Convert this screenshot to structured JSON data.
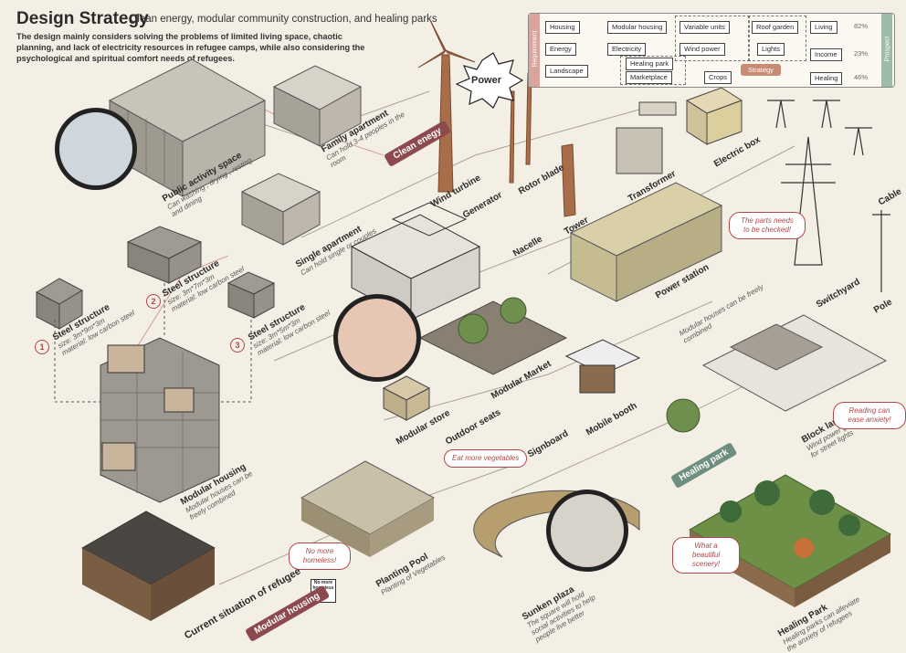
{
  "header": {
    "title": "Design Strategy",
    "subtitle": "Clean energy, modular community construction, and healing parks",
    "intro": "The design mainly considers solving the problems of limited living space, chaotic planning, and lack of electricity resources in refugee camps, while also considering the psychological and spiritual comfort needs of refugees."
  },
  "strategy_chart": {
    "requirement_label": "Requirement",
    "prospect_label": "Prospect",
    "left": [
      "Housing",
      "Energy",
      "Landscape"
    ],
    "middle": [
      "Modular housing",
      "Electricity",
      "Healing park",
      "Marketplace"
    ],
    "right": [
      "Variable units",
      "Wind power",
      "Crops",
      "Roof garden",
      "Lights"
    ],
    "strategy_label": "Strategy",
    "outcomes": [
      {
        "label": "Living",
        "pct": "82%"
      },
      {
        "label": "Income",
        "pct": "23%"
      },
      {
        "label": "Healing",
        "pct": "46%"
      }
    ]
  },
  "labels": {
    "power": "Power",
    "clean_energy": "Clean enegy",
    "public_space": {
      "title": "Public activity space",
      "desc": "Can washing , drying , resting and dining"
    },
    "family_apartment": {
      "title": "Family apartment",
      "desc": "Can hold 3-4 peoples in the room"
    },
    "single_apartment": {
      "title": "Single apartment",
      "desc": "Can hold single or couples"
    },
    "wind_turbine": "Wind turbine",
    "generator": "Generator",
    "rotor_blade": "Rotor blade",
    "nacelle": "Nacelle",
    "tower": "Tower",
    "transformer": "Transformer",
    "electric_box": "Electric box",
    "cable": "Cable",
    "switchyard": "Switchyard",
    "pole": "Pole",
    "power_station": "Power station",
    "power_station_desc": "Modular houses can be freely combined",
    "bubble_parts": "The parts needs to be checked!",
    "steel_1": {
      "num": "1",
      "title": "Steel structure",
      "size": "size: 3m*9m*3m",
      "material": "material: low carbon steel"
    },
    "steel_2": {
      "num": "2",
      "title": "Steel structure",
      "size": "size: 3m*7m*3m",
      "material": "material: low carbon steel"
    },
    "steel_3": {
      "num": "3",
      "title": "Steel structure",
      "size": "size: 3m*5m*3m",
      "material": "material: low carbon steel"
    },
    "modular_housing": {
      "title": "Modular housing",
      "desc": "Modular houses can be freely combined"
    },
    "modular_market": "Modular Market",
    "modular_store": "Modular store",
    "outdoor_seats": "Outdoor seats",
    "signboard": "Signboard",
    "mobile_booth": "Mobile booth",
    "block_landscape": {
      "title": "Block landscape",
      "desc": "Wind power generation for street lights"
    },
    "bubble_reading": "Reading can ease anxiety!",
    "healing_park_tag": "Healing park",
    "bubble_vegetables": "Eat more vegetables",
    "current_situation": "Current situation of refugee",
    "bubble_homeless": "No more homeless!",
    "sign_text": "No more homeless",
    "modular_housing_tag": "Modular housing",
    "planting_pool": {
      "title": "Planting Pool",
      "desc": "Planting of Vegetables"
    },
    "sunken_plaza": {
      "title": "Sunken plaza",
      "desc": "The square will hold social activities to help people live better"
    },
    "bubble_scenery": "What a beautiful scenery!",
    "healing_park": {
      "title": "Healing Park",
      "desc": "Healing parks can alleviate the anxiety of refugees"
    }
  },
  "colors": {
    "accent": "#b04848",
    "tag": "#8c4a4e",
    "green": "#6e8f80",
    "bg": "#f4efe4"
  }
}
